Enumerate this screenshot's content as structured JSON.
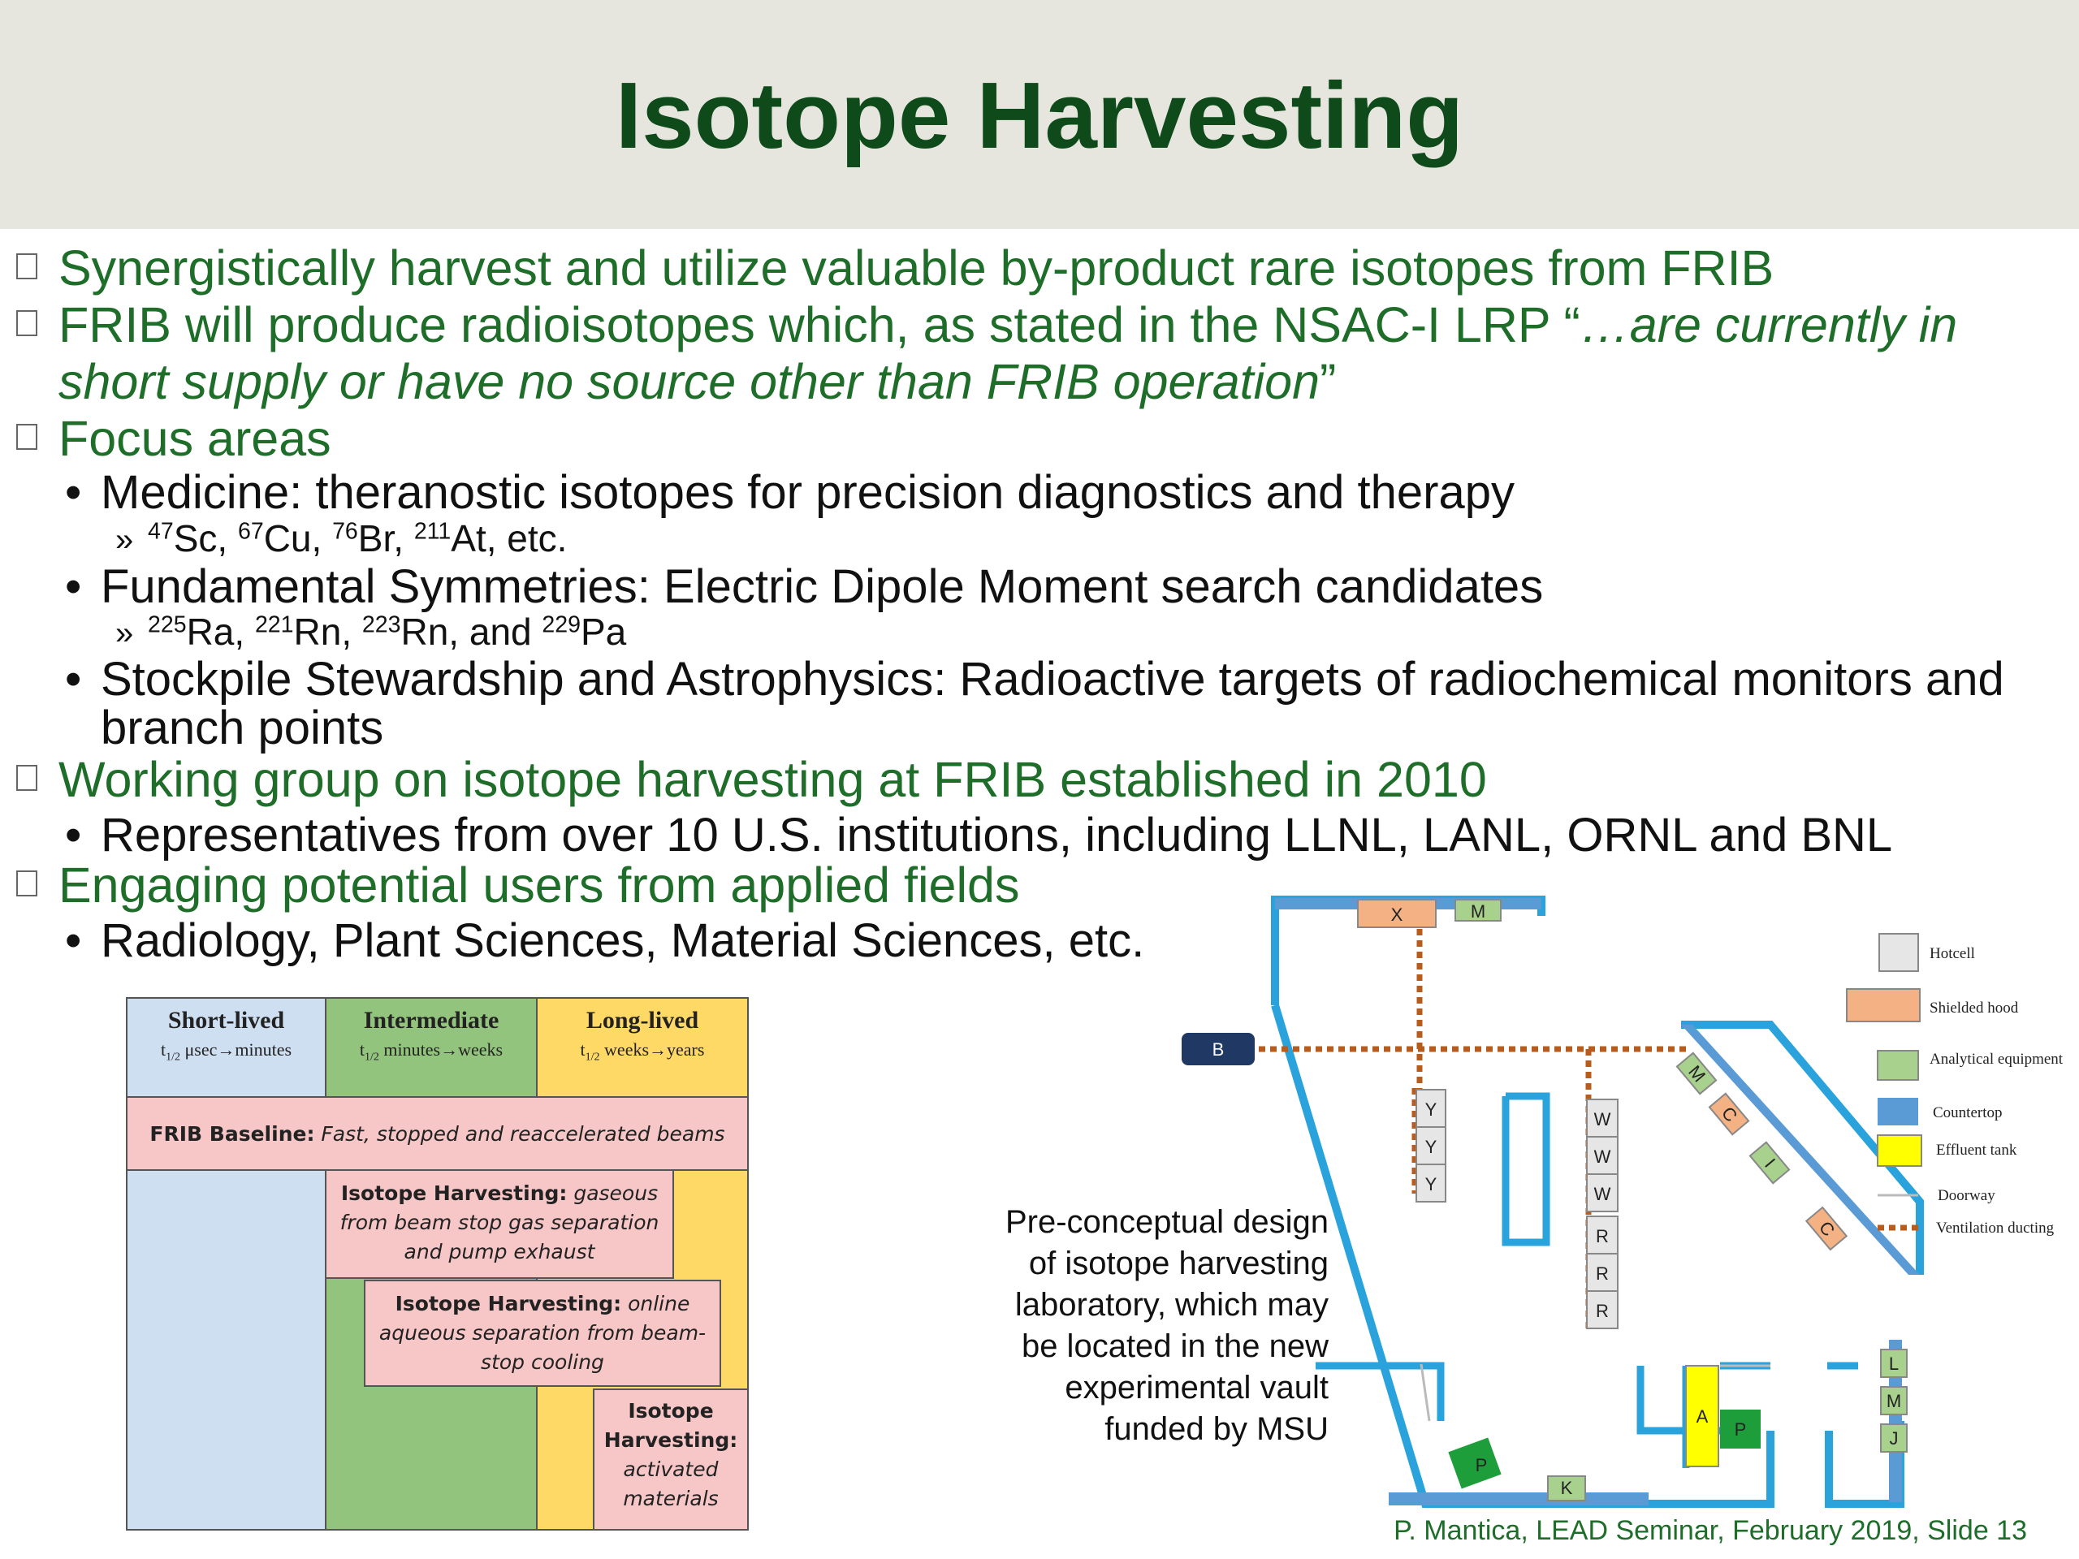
{
  "slide": {
    "title": "Isotope Harvesting",
    "footer": "P. Mantica, LEAD Seminar, February 2019, Slide 13"
  },
  "bullets": {
    "b1": "Synergistically harvest and utilize valuable by-product rare isotopes from FRIB",
    "b2_prefix": "FRIB will produce radioisotopes which, as stated in the NSAC-I LRP “",
    "b2_quote_a": "…are currently in",
    "b2_quote_b": "short supply or have no source other than FRIB operation",
    "b2_suffix": "”",
    "b3": "Focus areas",
    "b3_1": "Medicine: theranostic isotopes for precision diagnostics and therapy",
    "b3_1_list": [
      {
        "mass": "47",
        "el": "Sc",
        "sep": ", "
      },
      {
        "mass": "67",
        "el": "Cu",
        "sep": ", "
      },
      {
        "mass": "76",
        "el": "Br",
        "sep": ", "
      },
      {
        "mass": "211",
        "el": "At",
        "sep": ", etc."
      }
    ],
    "b3_2": "Fundamental Symmetries: Electric Dipole Moment search candidates",
    "b3_2_list": [
      {
        "mass": "225",
        "el": "Ra",
        "sep": ", "
      },
      {
        "mass": "221",
        "el": "Rn",
        "sep": ", "
      },
      {
        "mass": "223",
        "el": "Rn",
        "sep": ", and "
      },
      {
        "mass": "229",
        "el": "Pa",
        "sep": ""
      }
    ],
    "b3_3a": "Stockpile Stewardship and Astrophysics: Radioactive targets of radiochemical monitors and",
    "b3_3b": "branch points",
    "b4": "Working group on isotope harvesting at FRIB established in 2010",
    "b4_1": "Representatives from over 10 U.S. institutions, including LLNL, LANL, ORNL and BNL",
    "b5": "Engaging potential users from applied fields",
    "b5_1": "Radiology, Plant Sciences, Material Sciences, etc.",
    "marker_sub": "»",
    "marker_dot": "•"
  },
  "table": {
    "col1_title": "Short-lived",
    "col1_sub_t": "t",
    "col1_sub_half": "1/2",
    "col1_range": "μsec→minutes",
    "col2_title": "Intermediate",
    "col2_range": "minutes→weeks",
    "col3_title": "Long-lived",
    "col3_range": "weeks→years",
    "baseline_bold": "FRIB Baseline:",
    "baseline_rest": " Fast, stopped and reaccelerated beams",
    "gas_bold": "Isotope Harvesting:",
    "gas_rest1": " gaseous",
    "gas_rest2": "from beam stop gas separation",
    "gas_rest3": "and pump exhaust",
    "aq_bold": "Isotope Harvesting:",
    "aq_rest1": " online",
    "aq_rest2": "aqueous separation from beam-",
    "aq_rest3": "stop cooling",
    "act_l1": "Isotope",
    "act_l2": "Harvesting:",
    "act_l3": "activated",
    "act_l4": "materials",
    "colors": {
      "short": "#cfdff2",
      "intermediate": "#93c47d",
      "long": "#ffd966",
      "baseline": "#f7c6c6"
    }
  },
  "lab": {
    "caption": [
      "Pre-conceptual design",
      "of isotope harvesting",
      "laboratory, which may",
      "be located in the new",
      "experimental vault",
      "funded by MSU"
    ],
    "labels": {
      "X": "X",
      "M": "M",
      "B": "B",
      "Y": "Y",
      "W": "W",
      "R": "R",
      "C": "C",
      "I": "I",
      "L": "L",
      "J": "J",
      "A": "A",
      "P": "P",
      "K": "K"
    },
    "legend": [
      "Hotcell",
      "Shielded hood",
      "Analytical equipment",
      "Countertop",
      "Effluent tank",
      "Doorway",
      "Ventilation ducting"
    ],
    "colors": {
      "wall": "#2aa3dc",
      "counter": "#5b9bd5",
      "hood": "#f4b183",
      "analytical": "#a9d18e",
      "effluent": "#ffff00",
      "hotcell": "#e7e6e6",
      "duct": "#b85c1e",
      "door": "#1f3864",
      "green": "#1e9e3a"
    }
  }
}
